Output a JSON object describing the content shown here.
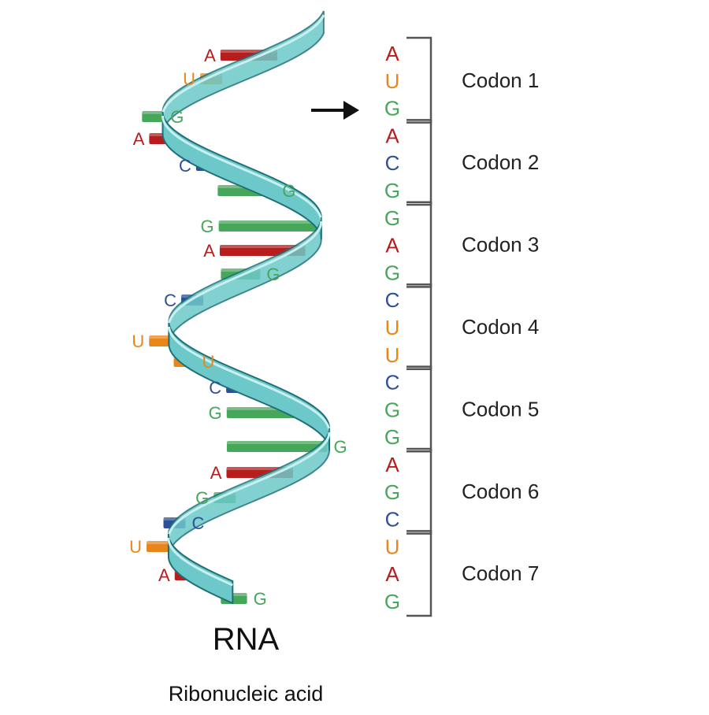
{
  "title": "RNA",
  "subtitle": "Ribonucleic acid",
  "base_colors": {
    "A": "#b81d1d",
    "U": "#e8861a",
    "G": "#46a75a",
    "C": "#2e4f98"
  },
  "ribbon_color": "#6dc9c9",
  "ribbon_edge_color": "#1f6f78",
  "arrow_icon": "right-arrow-icon",
  "helix_bases": [
    "A",
    "U",
    "G",
    "A",
    "C",
    "G",
    "G",
    "A",
    "G",
    "C",
    "U",
    "U",
    "C",
    "G",
    "G",
    "A",
    "G",
    "C",
    "U",
    "A",
    "G"
  ],
  "sequence": [
    "A",
    "U",
    "G",
    "A",
    "C",
    "G",
    "G",
    "A",
    "G",
    "C",
    "U",
    "U",
    "C",
    "G",
    "G",
    "A",
    "G",
    "C",
    "U",
    "A",
    "G"
  ],
  "codons": [
    {
      "label": "Codon 1",
      "bases": [
        "A",
        "U",
        "G"
      ]
    },
    {
      "label": "Codon 2",
      "bases": [
        "A",
        "C",
        "G"
      ]
    },
    {
      "label": "Codon 3",
      "bases": [
        "G",
        "A",
        "G"
      ]
    },
    {
      "label": "Codon 4",
      "bases": [
        "C",
        "U",
        "U"
      ]
    },
    {
      "label": "Codon 5",
      "bases": [
        "C",
        "G",
        "G"
      ]
    },
    {
      "label": "Codon 6",
      "bases": [
        "A",
        "G",
        "C"
      ]
    },
    {
      "label": "Codon 7",
      "bases": [
        "U",
        "A",
        "G"
      ]
    }
  ]
}
